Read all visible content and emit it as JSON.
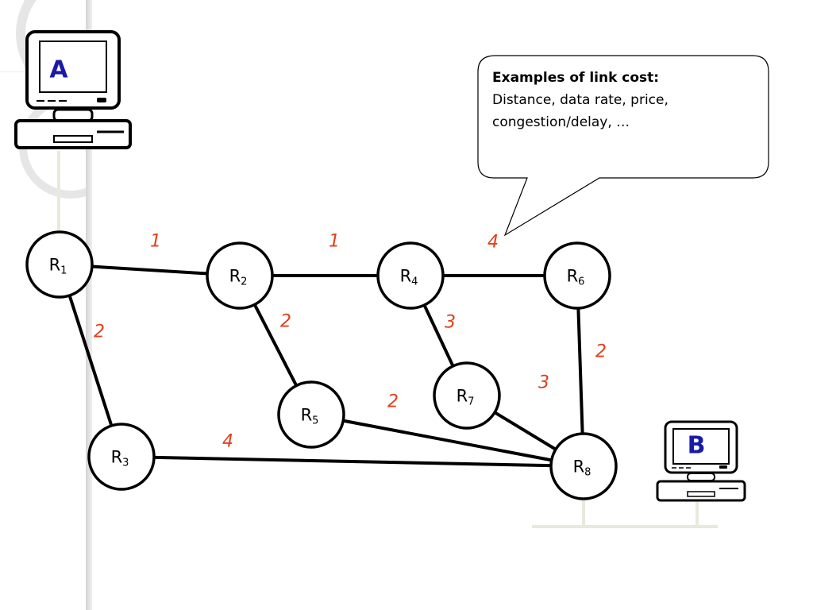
{
  "callout": {
    "title": "Examples of link cost:",
    "line1": "Distance, data rate, price,",
    "line2": "congestion/delay, …"
  },
  "hosts": [
    {
      "id": "A",
      "label": "A",
      "attached_to": "R1"
    },
    {
      "id": "B",
      "label": "B",
      "attached_to": "R8"
    }
  ],
  "routers": [
    {
      "id": "R1",
      "label": "R",
      "sub": "1"
    },
    {
      "id": "R2",
      "label": "R",
      "sub": "2"
    },
    {
      "id": "R3",
      "label": "R",
      "sub": "3"
    },
    {
      "id": "R4",
      "label": "R",
      "sub": "4"
    },
    {
      "id": "R5",
      "label": "R",
      "sub": "5"
    },
    {
      "id": "R6",
      "label": "R",
      "sub": "6"
    },
    {
      "id": "R7",
      "label": "R",
      "sub": "7"
    },
    {
      "id": "R8",
      "label": "R",
      "sub": "8"
    }
  ],
  "links": [
    {
      "from": "R1",
      "to": "R2",
      "cost": "1"
    },
    {
      "from": "R2",
      "to": "R4",
      "cost": "1"
    },
    {
      "from": "R4",
      "to": "R6",
      "cost": "4"
    },
    {
      "from": "R1",
      "to": "R3",
      "cost": "2"
    },
    {
      "from": "R2",
      "to": "R5",
      "cost": "2"
    },
    {
      "from": "R4",
      "to": "R7",
      "cost": "3"
    },
    {
      "from": "R6",
      "to": "R8",
      "cost": "2"
    },
    {
      "from": "R7",
      "to": "R8",
      "cost": "3"
    },
    {
      "from": "R5",
      "to": "R8",
      "cost": "2"
    },
    {
      "from": "R3",
      "to": "R8",
      "cost": "4"
    }
  ],
  "colors": {
    "cost": "#e0401c",
    "host_letter": "#1a1aa8",
    "link": "#000000"
  }
}
